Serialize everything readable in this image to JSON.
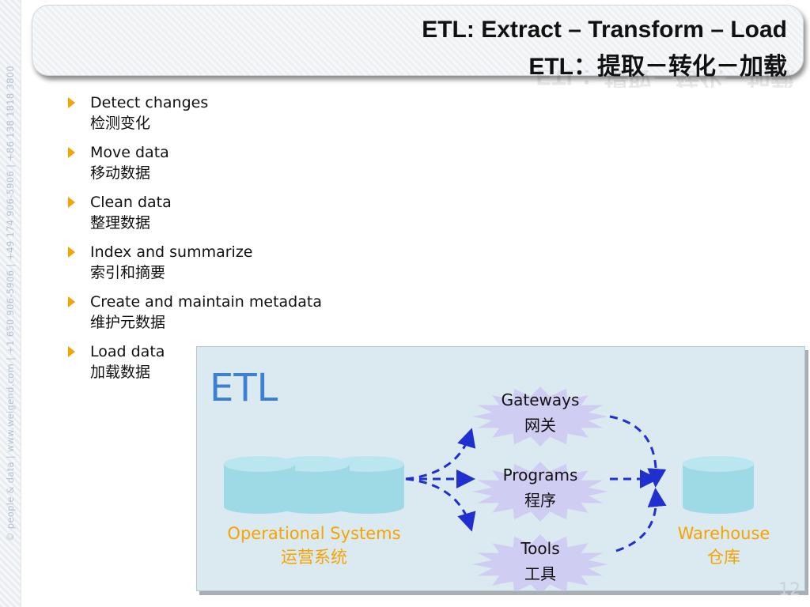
{
  "side_text": "© people & data | www.weigend.com | +1 650 906-5906 | +49 174 906-5906 | +86 138 1818 3800",
  "title": {
    "line1": "ETL: Extract – Transform – Load",
    "line2": "ETL：提取－转化－加载"
  },
  "bullets": [
    {
      "en": "Detect changes",
      "zh": "检测变化"
    },
    {
      "en": "Move data",
      "zh": "移动数据"
    },
    {
      "en": "Clean data",
      "zh": "整理数据"
    },
    {
      "en": "Index and summarize",
      "zh": "索引和摘要"
    },
    {
      "en": "Create and maintain metadata",
      "zh": "维护元数据"
    },
    {
      "en": "Load data",
      "zh": "加载数据"
    }
  ],
  "diagram": {
    "heading": "ETL",
    "source": {
      "en": "Operational Systems",
      "zh": "运营系统"
    },
    "target": {
      "en": "Warehouse",
      "zh": "仓库"
    },
    "middle": [
      {
        "en": "Gateways",
        "zh": "网关"
      },
      {
        "en": "Programs",
        "zh": "程序"
      },
      {
        "en": "Tools",
        "zh": "工具"
      }
    ]
  },
  "page_number": "12",
  "colors": {
    "bullet_arrow": "#f0a500",
    "heading_blue": "#3d7fd0",
    "label_orange": "#f5a400",
    "arrow_blue": "#1f2fd0",
    "cylinder": "#9ed9e6",
    "star": "#d0cdf2",
    "panel_bg": "#dbe9f1"
  }
}
